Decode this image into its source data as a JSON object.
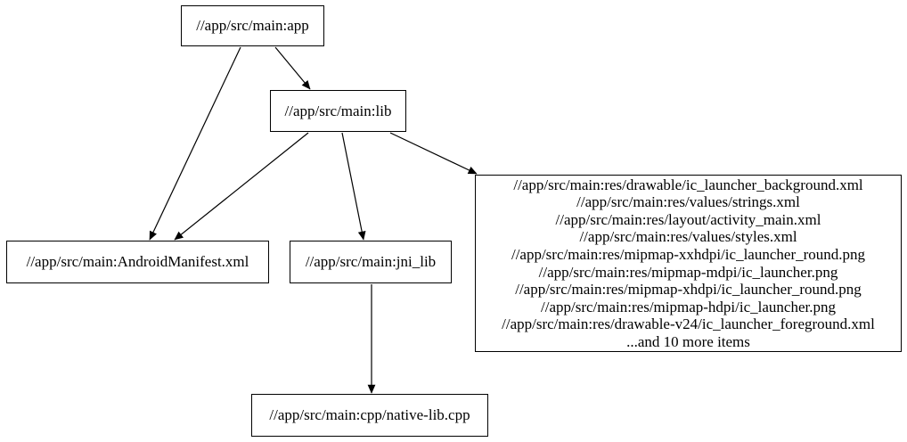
{
  "diagram": {
    "type": "dependency-graph",
    "background_color": "#ffffff",
    "node_fill_color": "#ffffff",
    "node_border_color": "#000000",
    "edge_color": "#000000",
    "nodes": {
      "app": {
        "label": "//app/src/main:app"
      },
      "lib": {
        "label": "//app/src/main:lib"
      },
      "android_manifest": {
        "label": "//app/src/main:AndroidManifest.xml"
      },
      "jni_lib": {
        "label": "//app/src/main:jni_lib"
      },
      "res_group": {
        "lines": [
          "//app/src/main:res/drawable/ic_launcher_background.xml",
          "//app/src/main:res/values/strings.xml",
          "//app/src/main:res/layout/activity_main.xml",
          "//app/src/main:res/values/styles.xml",
          "//app/src/main:res/mipmap-xxhdpi/ic_launcher_round.png",
          "//app/src/main:res/mipmap-mdpi/ic_launcher.png",
          "//app/src/main:res/mipmap-xhdpi/ic_launcher_round.png",
          "//app/src/main:res/mipmap-hdpi/ic_launcher.png",
          "//app/src/main:res/drawable-v24/ic_launcher_foreground.xml",
          "...and 10 more items"
        ]
      },
      "native_lib_cpp": {
        "label": "//app/src/main:cpp/native-lib.cpp"
      }
    },
    "edges": [
      {
        "from": "app",
        "to": "android_manifest"
      },
      {
        "from": "app",
        "to": "lib"
      },
      {
        "from": "lib",
        "to": "android_manifest"
      },
      {
        "from": "lib",
        "to": "jni_lib"
      },
      {
        "from": "lib",
        "to": "res_group"
      },
      {
        "from": "jni_lib",
        "to": "native_lib_cpp"
      }
    ]
  }
}
